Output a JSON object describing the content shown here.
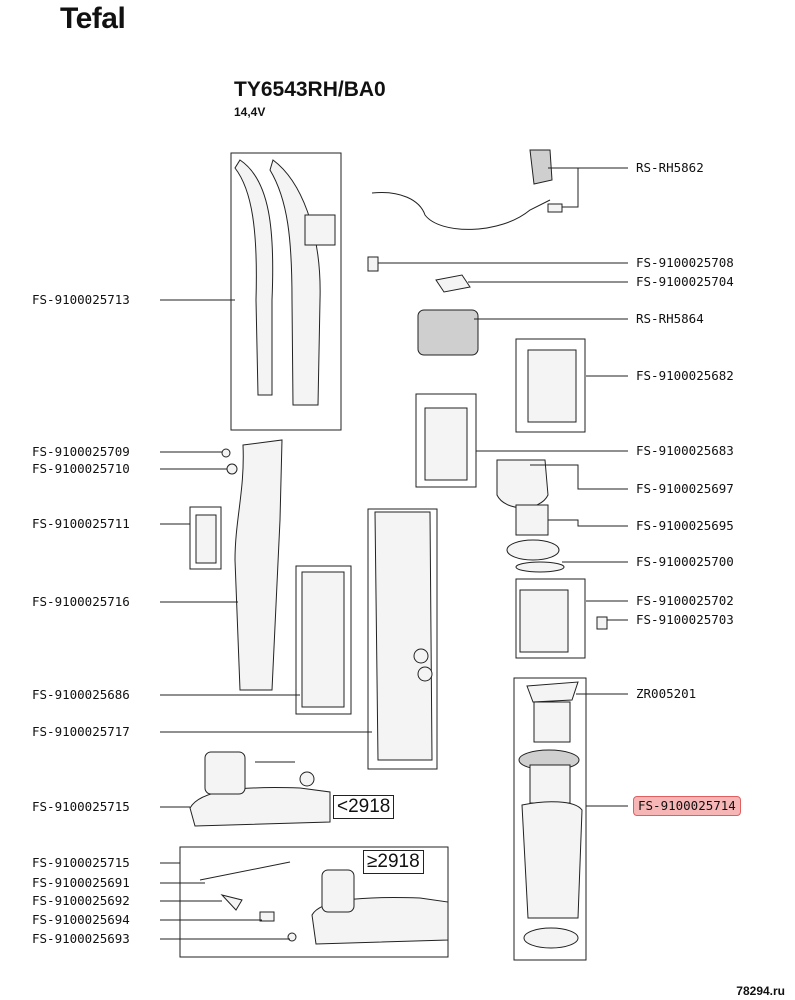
{
  "brand": "Tefal",
  "model": "TY6543RH/BA0",
  "voltage": "14,4V",
  "watermark": "78294.ru",
  "badges": {
    "before": "<2918",
    "after": "≥2918"
  },
  "left_labels": [
    "FS-9100025713",
    "FS-9100025709",
    "FS-9100025710",
    "FS-9100025711",
    "FS-9100025716",
    "FS-9100025686",
    "FS-9100025717",
    "FS-9100025715",
    "FS-9100025715",
    "FS-9100025691",
    "FS-9100025692",
    "FS-9100025694",
    "FS-9100025693"
  ],
  "right_labels": [
    "RS-RH5862",
    "FS-9100025708",
    "FS-9100025704",
    "RS-RH5864",
    "FS-9100025682",
    "FS-9100025683",
    "FS-9100025697",
    "FS-9100025695",
    "FS-9100025700",
    "FS-9100025702",
    "FS-9100025703",
    "ZR005201"
  ],
  "highlighted_label": "FS-9100025714",
  "highlight_color": "#f6b6b6"
}
